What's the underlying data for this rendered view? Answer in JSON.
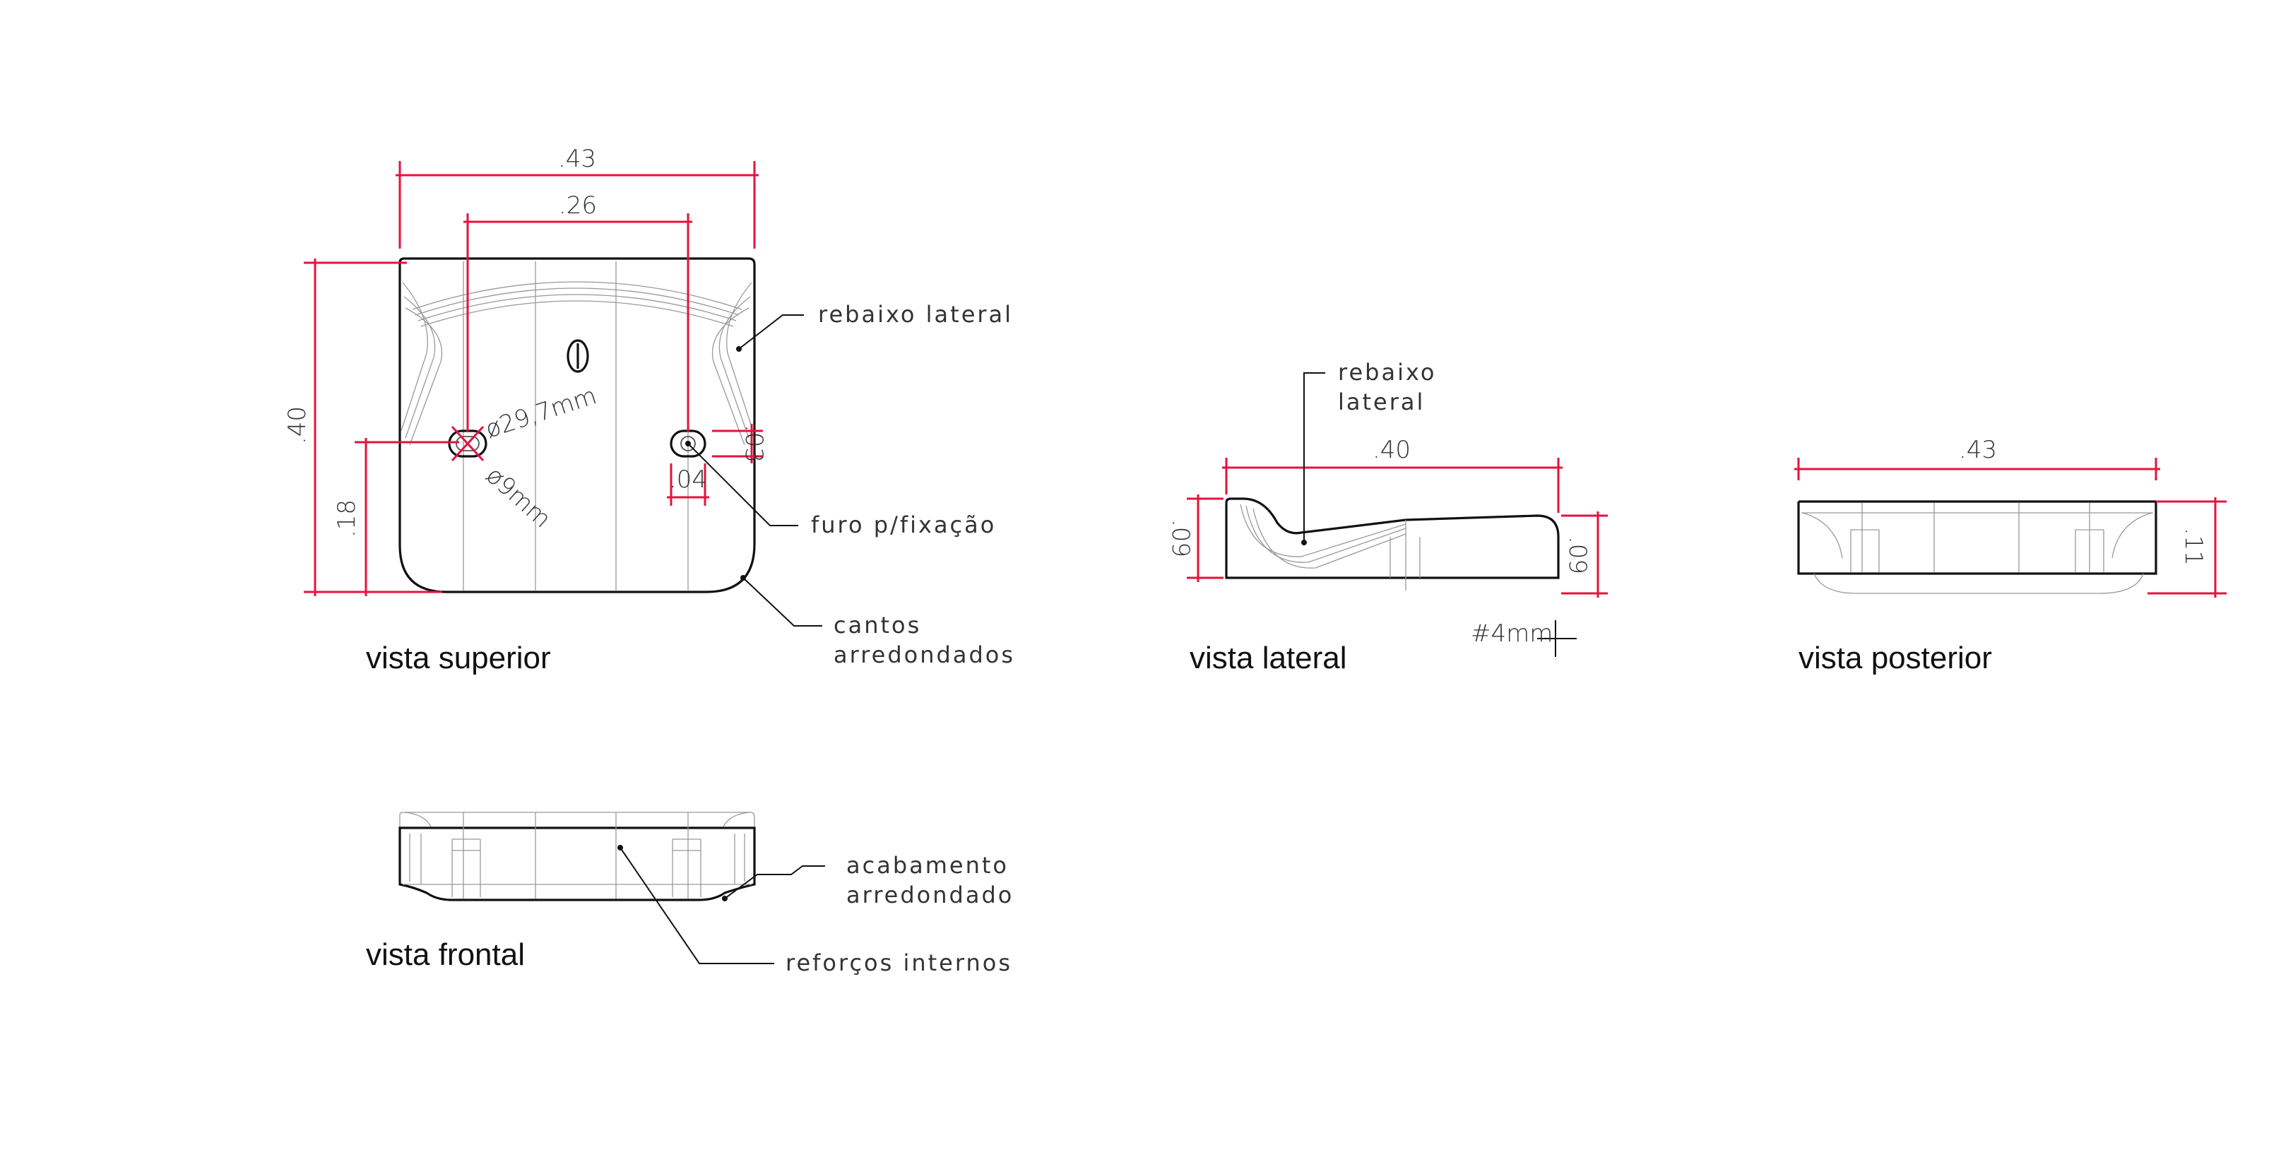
{
  "colors": {
    "dimension": "#e4133d",
    "outline": "#111111",
    "detail": "#999999"
  },
  "views": {
    "top": {
      "title": "vista superior"
    },
    "side": {
      "title": "vista lateral"
    },
    "rear": {
      "title": "vista posterior"
    },
    "front": {
      "title": "vista frontal"
    }
  },
  "dimensions": {
    "top_overall_width": ".43",
    "top_hole_spacing": ".26",
    "top_overall_depth": ".40",
    "top_hole_height": ".18",
    "top_slot_height": ".03",
    "top_slot_width": ".04",
    "hole_outer_diameter": "ø29,7mm",
    "hole_inner_diameter": "ø9mm",
    "side_length": ".40",
    "side_height_left": ".09",
    "side_height_right": ".09",
    "side_thickness": "#4mm",
    "rear_width": ".43",
    "rear_height": ".11"
  },
  "annotations": {
    "top_side_recess": "rebaixo  lateral",
    "top_fixing_hole": "furo  p/fixação",
    "top_corners_line1": "cantos",
    "top_corners_line2": "arredondados",
    "side_recess_line1": "rebaixo",
    "side_recess_line2": "lateral",
    "front_finish_line1": "acabamento",
    "front_finish_line2": "arredondado",
    "front_ribs": "reforços  internos"
  }
}
